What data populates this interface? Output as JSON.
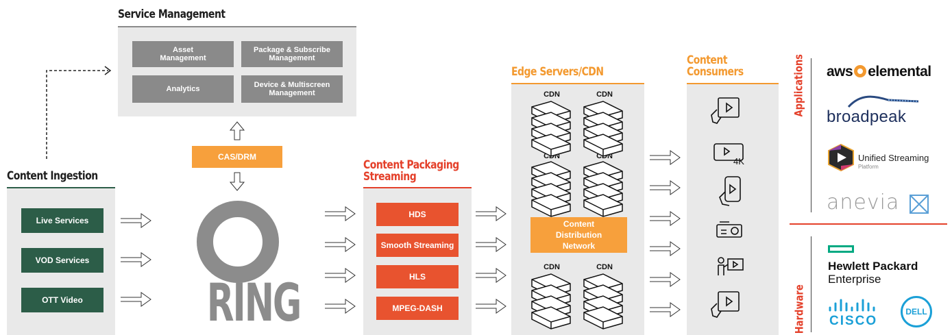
{
  "service_management": {
    "title": "Service Management",
    "items": [
      "Asset\nManagement",
      "Package & Subscribe\nManagement",
      "Analytics",
      "Device & Multiscreen\nManagement"
    ]
  },
  "cas_drm": "CAS/DRM",
  "ring_text": "RING",
  "content_ingestion": {
    "title": "Content Ingestion",
    "items": [
      "Live Services",
      "VOD Services",
      "OTT Video"
    ]
  },
  "content_packaging": {
    "title": "Content Packaging\nStreaming",
    "items": [
      "HDS",
      "Smooth Streaming",
      "HLS",
      "MPEG-DASH"
    ]
  },
  "edge_servers": {
    "title": "Edge Servers/CDN",
    "cdn_label": "CDN",
    "distribution": "Content\nDistribution\nNetwork"
  },
  "content_consumers": {
    "title": "Content\nConsumers",
    "devices": [
      "tablet-icon",
      "4k-screen-icon",
      "phone-video-icon",
      "projector-icon",
      "presenter-icon",
      "tablet-icon"
    ],
    "uhd_label": "4K"
  },
  "partners": {
    "applications_label": "Applications",
    "hardware_label": "Hardware",
    "aws": {
      "left": "aws",
      "right": "elemental"
    },
    "broadpeak": "broadpeak",
    "unified": {
      "line1": "Unified Streaming",
      "line2": "Platform"
    },
    "anevia": "anevia",
    "hpe": {
      "line1": "Hewlett Packard",
      "line2": "Enterprise"
    },
    "cisco": "CISCO",
    "dell": "DELL"
  },
  "colors": {
    "ingestion": "#2c5d48",
    "packaging": "#e8532f",
    "orange": "#f7a03c",
    "gray_box": "#8a8a8a",
    "panel": "#e9e9e9",
    "ring": "#8c8c8c"
  }
}
